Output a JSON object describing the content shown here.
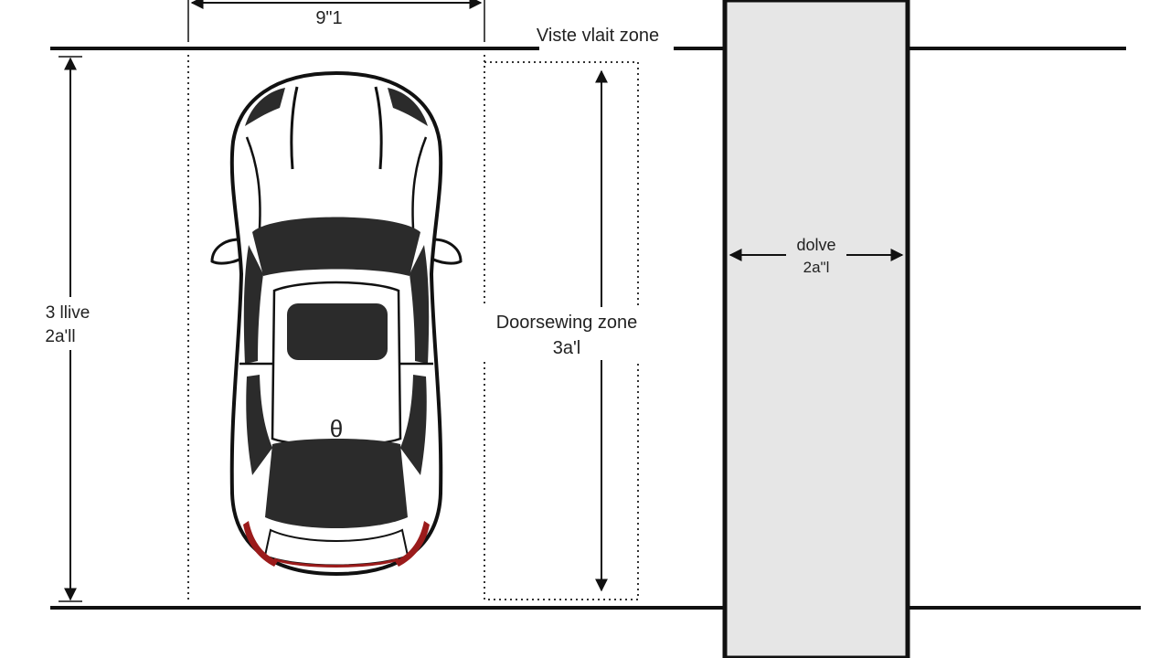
{
  "labels": {
    "top_width": "9\"1",
    "visible_wait_zone": "Viste vlait zone",
    "left_length_line1": "3 llive",
    "left_length_line2": "2a'll",
    "doorswing_zone_line1": "Doorsewing zone",
    "doorswing_zone_line2": "3a'l",
    "drive_line1": "dolve",
    "drive_line2": "2a\"l",
    "car_marker": "θ"
  },
  "colors": {
    "line": "#111111",
    "drive_fill": "#e6e6e6",
    "car_dark": "#2b2b2b",
    "tail_light": "#9b1b1b"
  }
}
